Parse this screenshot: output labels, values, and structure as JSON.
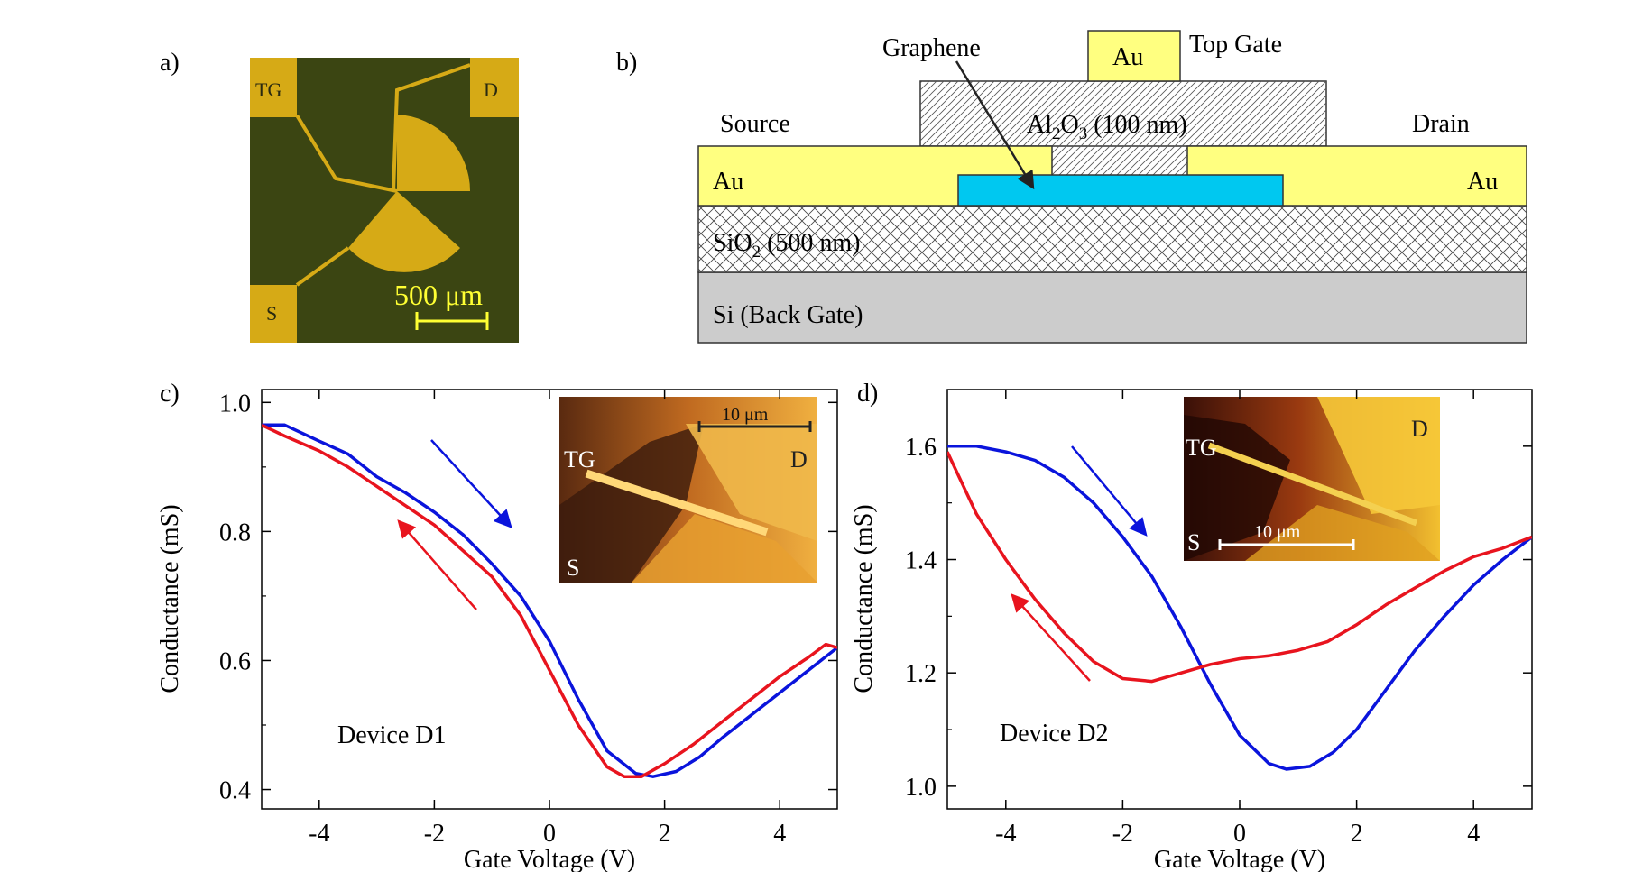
{
  "panel_labels": {
    "a": "a)",
    "b": "b)",
    "c": "c)",
    "d": "d)"
  },
  "panel_a": {
    "pads": {
      "tg": "TG",
      "d": "D",
      "s": "S"
    },
    "scalebar": "500 μm",
    "colors": {
      "substrate": "#3b4512",
      "gold": "#d6aa16",
      "scalebar": "#ffff33"
    }
  },
  "panel_b": {
    "labels": {
      "graphene": "Graphene",
      "top_gate_metal": "Au",
      "top_gate": "Top Gate",
      "source": "Source",
      "drain": "Drain",
      "source_metal": "Au",
      "drain_metal": "Au",
      "dielectric_pre": "Al",
      "dielectric_sub1": "2",
      "dielectric_mid": "O",
      "dielectric_sub2": "3",
      "dielectric_post": " (100 nm)",
      "oxide_pre": "SiO",
      "oxide_sub": "2",
      "oxide_post": " (500 nm)",
      "substrate": "Si (Back Gate)"
    },
    "colors": {
      "gold": "#ffff80",
      "graphene": "#00c8f0",
      "silicon": "#cccccc"
    }
  },
  "chart_data": [
    {
      "type": "line",
      "panel": "c)",
      "xlabel": "Gate Voltage (V)",
      "ylabel": "Conductance (mS)",
      "xlim": [
        -5,
        5
      ],
      "ylim": [
        0.37,
        1.02
      ],
      "xticks": [
        -4,
        -2,
        0,
        2,
        4
      ],
      "yticks": [
        0.4,
        0.6,
        0.8,
        1.0
      ],
      "ytick_labels": [
        "0.4",
        "0.6",
        "0.8",
        "1.0"
      ],
      "annotation": "Device D1",
      "inset": {
        "labels": {
          "tg": "TG",
          "d": "D",
          "s": "S"
        },
        "scalebar": "10 μm"
      },
      "series": [
        {
          "color": "#0a14dc",
          "sweep": "down",
          "x": [
            -5,
            -4.6,
            -4,
            -3.5,
            -3,
            -2.5,
            -2,
            -1.5,
            -1,
            -0.5,
            0,
            0.5,
            1,
            1.5,
            1.8,
            2.2,
            2.6,
            3,
            3.5,
            4,
            4.5,
            5
          ],
          "y": [
            0.965,
            0.965,
            0.94,
            0.92,
            0.885,
            0.86,
            0.83,
            0.795,
            0.75,
            0.7,
            0.63,
            0.54,
            0.46,
            0.425,
            0.42,
            0.428,
            0.45,
            0.48,
            0.515,
            0.55,
            0.585,
            0.62
          ]
        },
        {
          "color": "#e8141e",
          "sweep": "up",
          "x": [
            -5,
            -4.6,
            -4,
            -3.5,
            -3,
            -2.5,
            -2,
            -1.5,
            -1,
            -0.5,
            0,
            0.5,
            1,
            1.3,
            1.6,
            2,
            2.5,
            3,
            3.5,
            4,
            4.5,
            4.8,
            5
          ],
          "y": [
            0.965,
            0.948,
            0.925,
            0.9,
            0.87,
            0.84,
            0.81,
            0.77,
            0.73,
            0.67,
            0.585,
            0.5,
            0.435,
            0.42,
            0.42,
            0.44,
            0.47,
            0.505,
            0.54,
            0.575,
            0.605,
            0.625,
            0.62
          ]
        }
      ]
    },
    {
      "type": "line",
      "panel": "d)",
      "xlabel": "Gate Voltage (V)",
      "ylabel": "Conductance (mS)",
      "xlim": [
        -5,
        5
      ],
      "ylim": [
        0.96,
        1.7
      ],
      "xticks": [
        -4,
        -2,
        0,
        2,
        4
      ],
      "yticks": [
        1.0,
        1.2,
        1.4,
        1.6
      ],
      "ytick_labels": [
        "1.0",
        "1.2",
        "1.4",
        "1.6"
      ],
      "annotation": "Device D2",
      "inset": {
        "labels": {
          "tg": "TG",
          "d": "D",
          "s": "S"
        },
        "scalebar": "10 μm"
      },
      "series": [
        {
          "color": "#0a14dc",
          "sweep": "down",
          "x": [
            -5,
            -4.5,
            -4,
            -3.5,
            -3,
            -2.5,
            -2,
            -1.5,
            -1,
            -0.5,
            0,
            0.5,
            0.8,
            1.2,
            1.6,
            2,
            2.5,
            3,
            3.5,
            4,
            4.5,
            5
          ],
          "y": [
            1.6,
            1.6,
            1.59,
            1.575,
            1.545,
            1.5,
            1.44,
            1.37,
            1.28,
            1.18,
            1.09,
            1.04,
            1.03,
            1.035,
            1.06,
            1.1,
            1.17,
            1.24,
            1.3,
            1.355,
            1.4,
            1.44
          ]
        },
        {
          "color": "#e8141e",
          "sweep": "up",
          "x": [
            -5,
            -4.5,
            -4,
            -3.5,
            -3,
            -2.5,
            -2,
            -1.5,
            -1,
            -0.5,
            0,
            0.5,
            1,
            1.5,
            2,
            2.5,
            3,
            3.5,
            4,
            4.5,
            5
          ],
          "y": [
            1.59,
            1.48,
            1.4,
            1.33,
            1.27,
            1.22,
            1.19,
            1.185,
            1.2,
            1.215,
            1.225,
            1.23,
            1.24,
            1.255,
            1.285,
            1.32,
            1.35,
            1.38,
            1.405,
            1.42,
            1.44
          ]
        }
      ]
    }
  ]
}
